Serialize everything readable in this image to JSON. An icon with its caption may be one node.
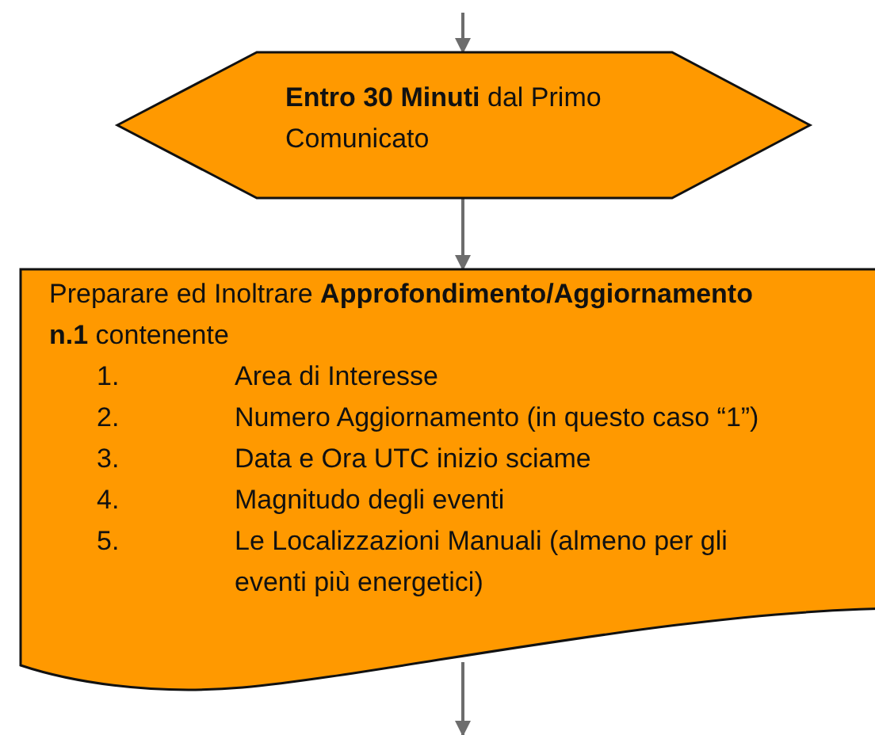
{
  "diagram": {
    "nodes": [
      {
        "text": [
          "**Entro 30 Minuti** dal Primo Comunicato"
        ]
      },
      {
        "text": [
          "Preparare ed Inoltrare **Approfondimento/Aggiornamento n.1** contenente",
          "1. Area di Interesse",
          "2. Numero Aggiornamento (in questo caso “1”)",
          "3. Data e Ora UTC inizio sciame",
          "4. Magnitudo degli eventi",
          "5. Le Localizzazioni Manuali (almeno per gli eventi più energetici)"
        ]
      }
    ],
    "edges": [
      {
        "from": null,
        "to": 0,
        "arrow": "to"
      },
      {
        "from": 0,
        "to": 1,
        "arrow": "to"
      },
      {
        "from": 1,
        "to": null,
        "arrow": "to"
      }
    ]
  }
}
